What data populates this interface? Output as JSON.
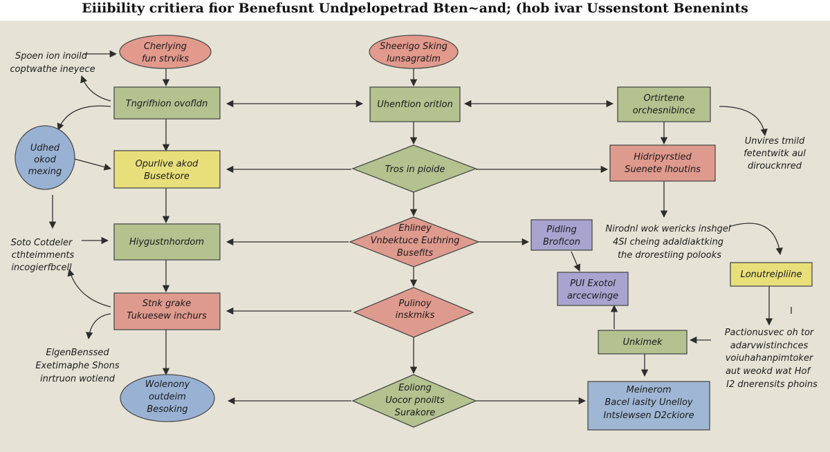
{
  "title": "Eiiibility critiera fior Benefusnt Undpelopetrad Bten~and; (hob ivar Ussenstont Benenints",
  "nodes": {
    "top_left_oval": [
      "Cherlying",
      "fun strviks"
    ],
    "top_center_oval": [
      "Sheerigo Sking",
      "lunsagratim"
    ],
    "left_note_top": [
      "Spoen ion inoild",
      "coptwathe ineyece"
    ],
    "left_col_box1": [
      "Tngrifhion ovofldn"
    ],
    "center_box1": [
      "Uhenftion oritlon"
    ],
    "right_box1": [
      "Ortirtene",
      "orchesnibince"
    ],
    "left_circle": [
      "Udhed",
      "okod",
      "mexing"
    ],
    "left_col_box2": [
      "Opurlive akod",
      "Busetkore"
    ],
    "center_diamond1": [
      "Tros in pioide"
    ],
    "right_box2": [
      "Hidripyrstied",
      "Suenete lhoutins"
    ],
    "right_note1": [
      "Unvires tmild",
      "fetentwitk aul",
      "diroucknred"
    ],
    "left_note_mid": [
      "Soto Cotdeler",
      "cthteimments",
      "incogierfbcell"
    ],
    "left_col_box3": [
      "Hiygustnhordom"
    ],
    "center_diamond2": [
      "Ehliney",
      "Vnbektuce Euthring",
      "Busefits"
    ],
    "purple_box1": [
      "Pidling",
      "Broficon"
    ],
    "right_note2": [
      "Nirodnl wok wericks inshgel",
      "4SI cheing adaldiaktking",
      "the drorestiing polooks"
    ],
    "right_yellow_box": [
      "Lonutreipliine"
    ],
    "purple_box2": [
      "PUI Exotol",
      "arcecwinge"
    ],
    "left_col_box4": [
      "Stnk grake",
      "Tukuesew inchurs"
    ],
    "center_diamond3": [
      "Pulinoy",
      "inskmiks"
    ],
    "green_small_box": [
      "Unkimek"
    ],
    "right_note3": [
      "Pactionusvec oh tor",
      "adarvwistinchces",
      "voiuhahanpimtoker",
      "aut weokd wat Hof",
      "I2 dnerensits phoins"
    ],
    "left_note_bottom": [
      "ElgenBenssed",
      "Exetimaphe Shons",
      "inrtruon wotiend"
    ],
    "bottom_left_oval": [
      "Wolenony",
      "outdeim",
      "Besoking"
    ],
    "center_diamond4": [
      "Eoliong",
      "Uocor pnoilts",
      "Surakore"
    ],
    "bottom_right_box": [
      "Meinerom",
      "Bacel iasity Unelloy",
      "Intslewsen D2ckiore"
    ]
  },
  "colors": {
    "background": "#e6e3d6",
    "green": "#b3c28f",
    "red": "#df9a8e",
    "yellow": "#e9df7a",
    "purple": "#a8a4cf",
    "blue": "#9fb7d4",
    "stroke": "#4a4a4a"
  }
}
